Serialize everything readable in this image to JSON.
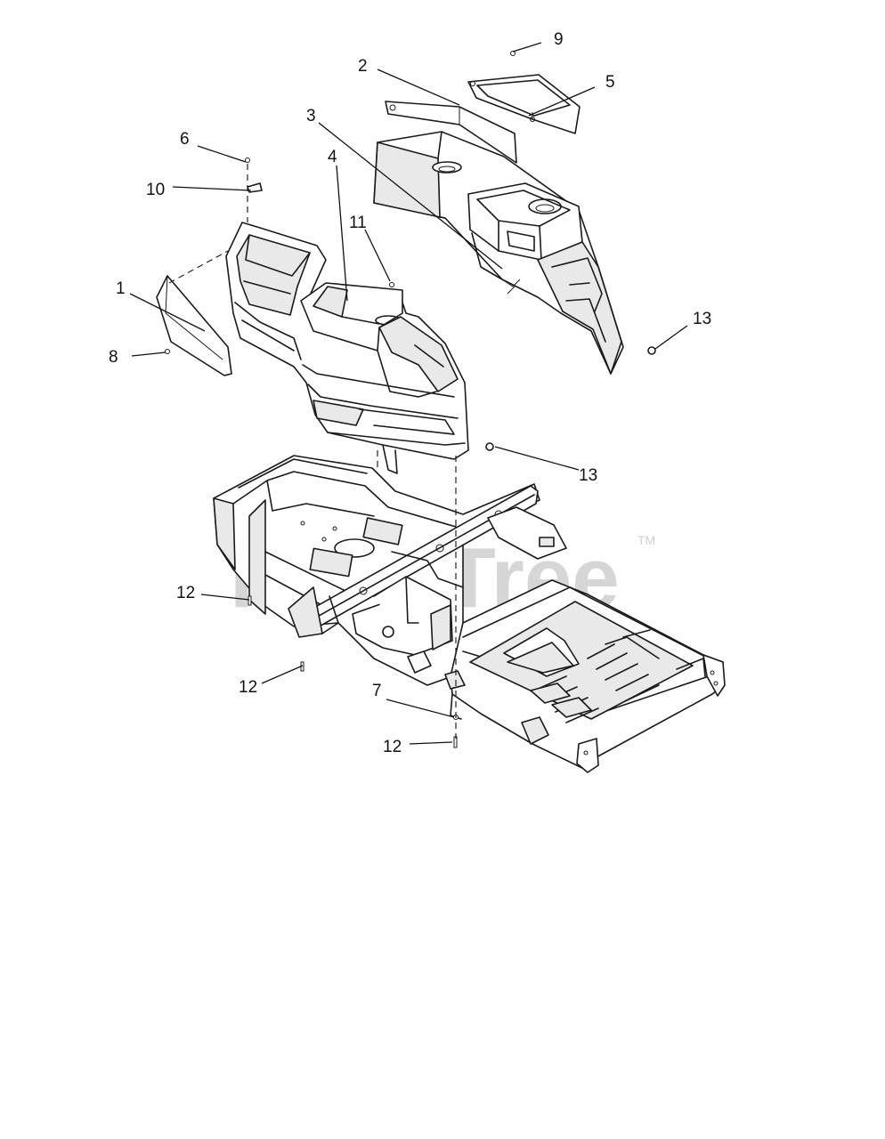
{
  "watermark": {
    "brand": "PartsTree",
    "trademark": "TM"
  },
  "callouts": {
    "c1": "1",
    "c2": "2",
    "c3": "3",
    "c4": "4",
    "c5": "5",
    "c6": "6",
    "c7": "7",
    "c8": "8",
    "c9": "9",
    "c10": "10",
    "c11": "11",
    "c12a": "12",
    "c12b": "12",
    "c12c": "12",
    "c13a": "13",
    "c13b": "13"
  }
}
